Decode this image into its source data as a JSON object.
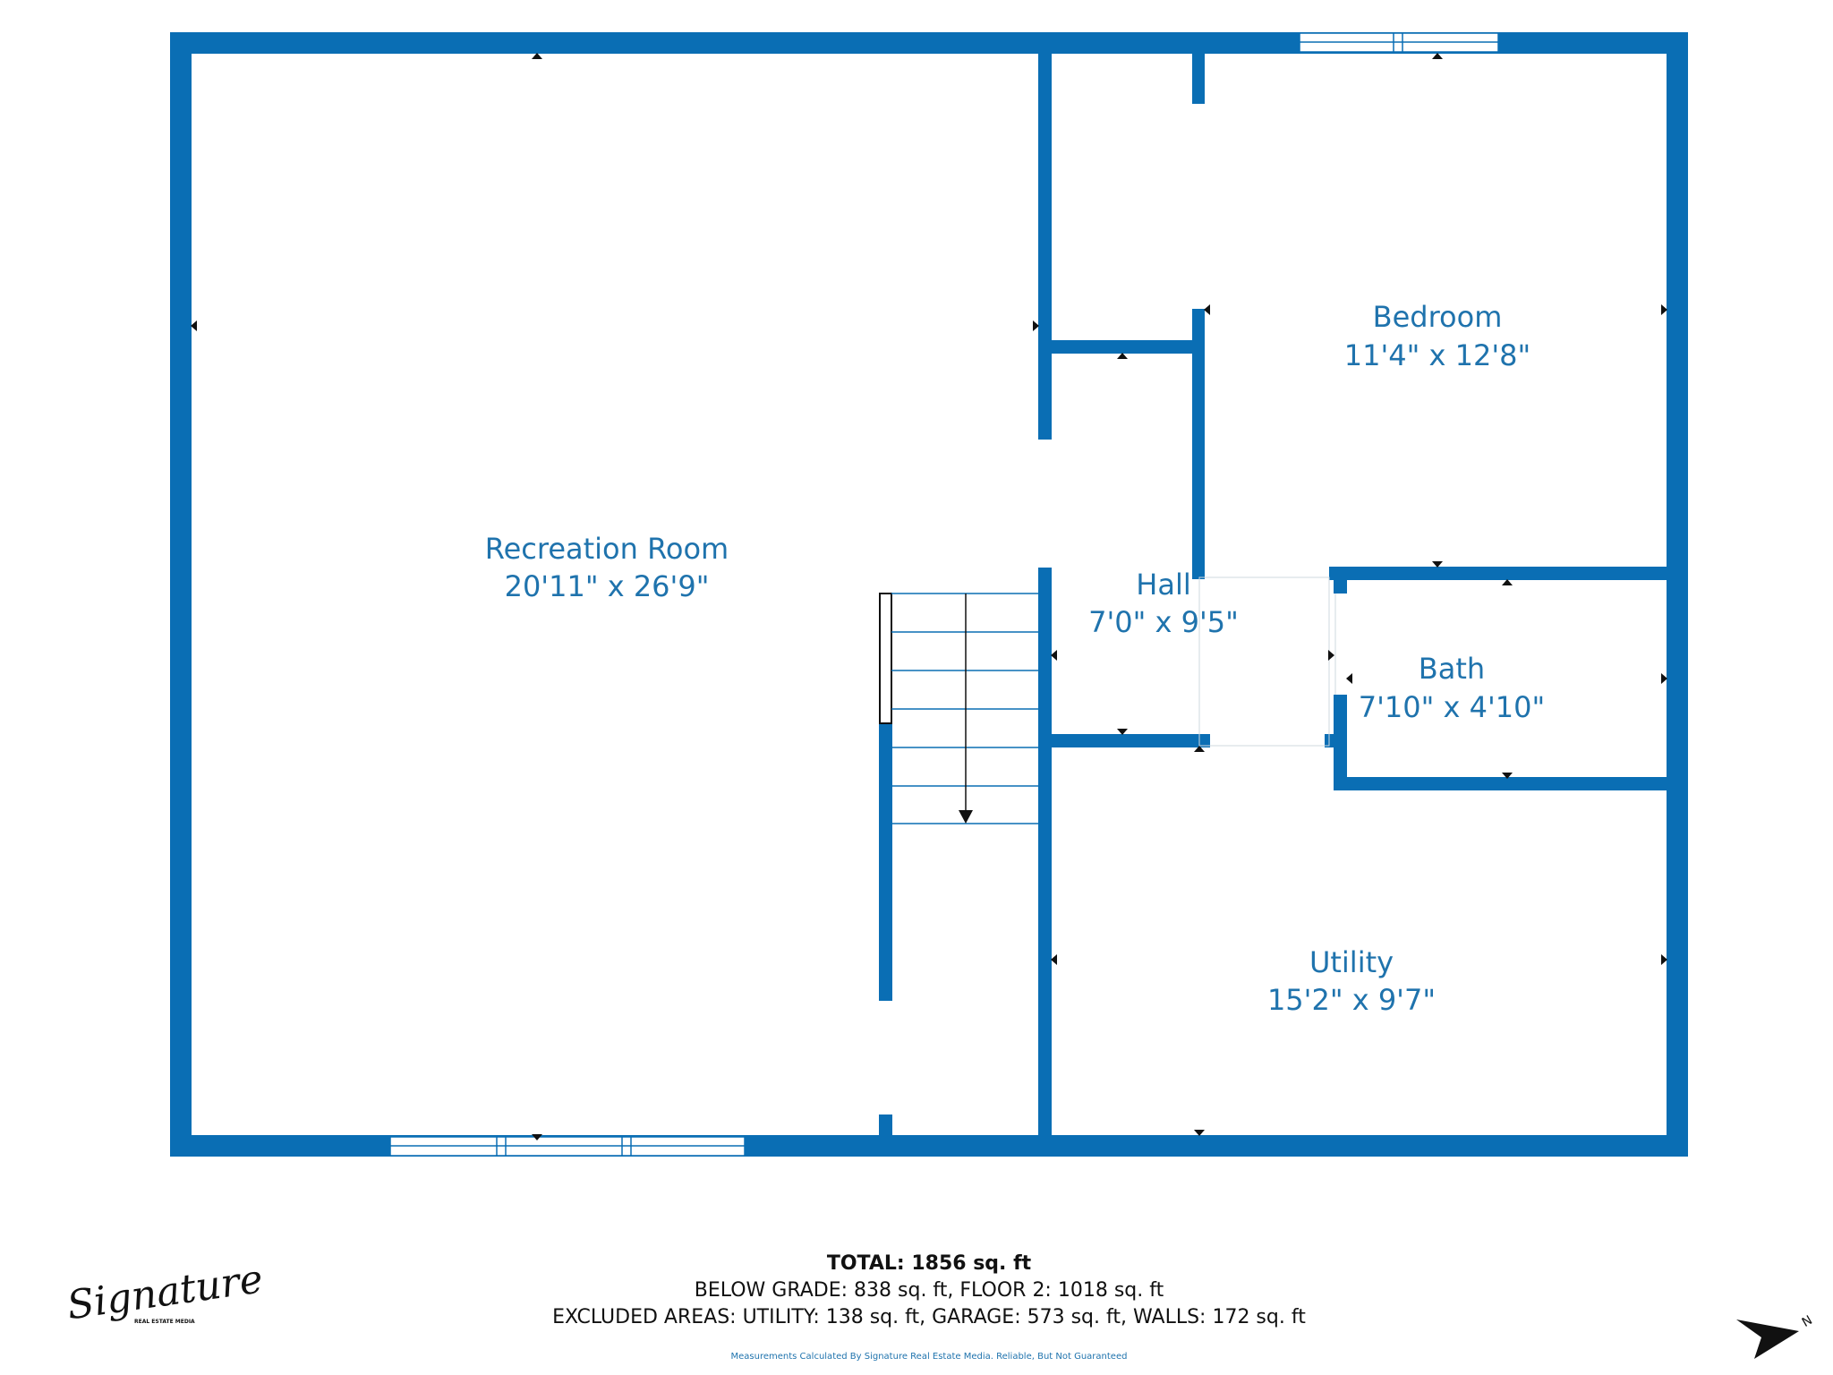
{
  "colors": {
    "wall": "#0a6eb4",
    "label": "#1f73ad",
    "text": "#111111",
    "background": "#ffffff"
  },
  "rooms": {
    "recreation": {
      "name": "Recreation Room",
      "dims": "20'11\" x 26'9\""
    },
    "bedroom": {
      "name": "Bedroom",
      "dims": "11'4\" x 12'8\""
    },
    "hall": {
      "name": "Hall",
      "dims": "7'0\" x 9'5\""
    },
    "bath": {
      "name": "Bath",
      "dims": "7'10\" x 4'10\""
    },
    "utility": {
      "name": "Utility",
      "dims": "15'2\" x 9'7\""
    }
  },
  "summary": {
    "total": "TOTAL: 1856 sq. ft",
    "line1": "BELOW GRADE: 838 sq. ft, FLOOR 2: 1018 sq. ft",
    "line2": "EXCLUDED AREAS: UTILITY: 138 sq. ft, GARAGE: 573 sq. ft, WALLS: 172 sq. ft",
    "disclaimer": "Measurements Calculated By Signature Real Estate Media. Reliable, But Not Guaranteed"
  },
  "logo": {
    "script": "Signature",
    "sub": "REAL ESTATE MEDIA"
  },
  "compass": {
    "label": "N",
    "icon": "north-arrow-icon"
  }
}
